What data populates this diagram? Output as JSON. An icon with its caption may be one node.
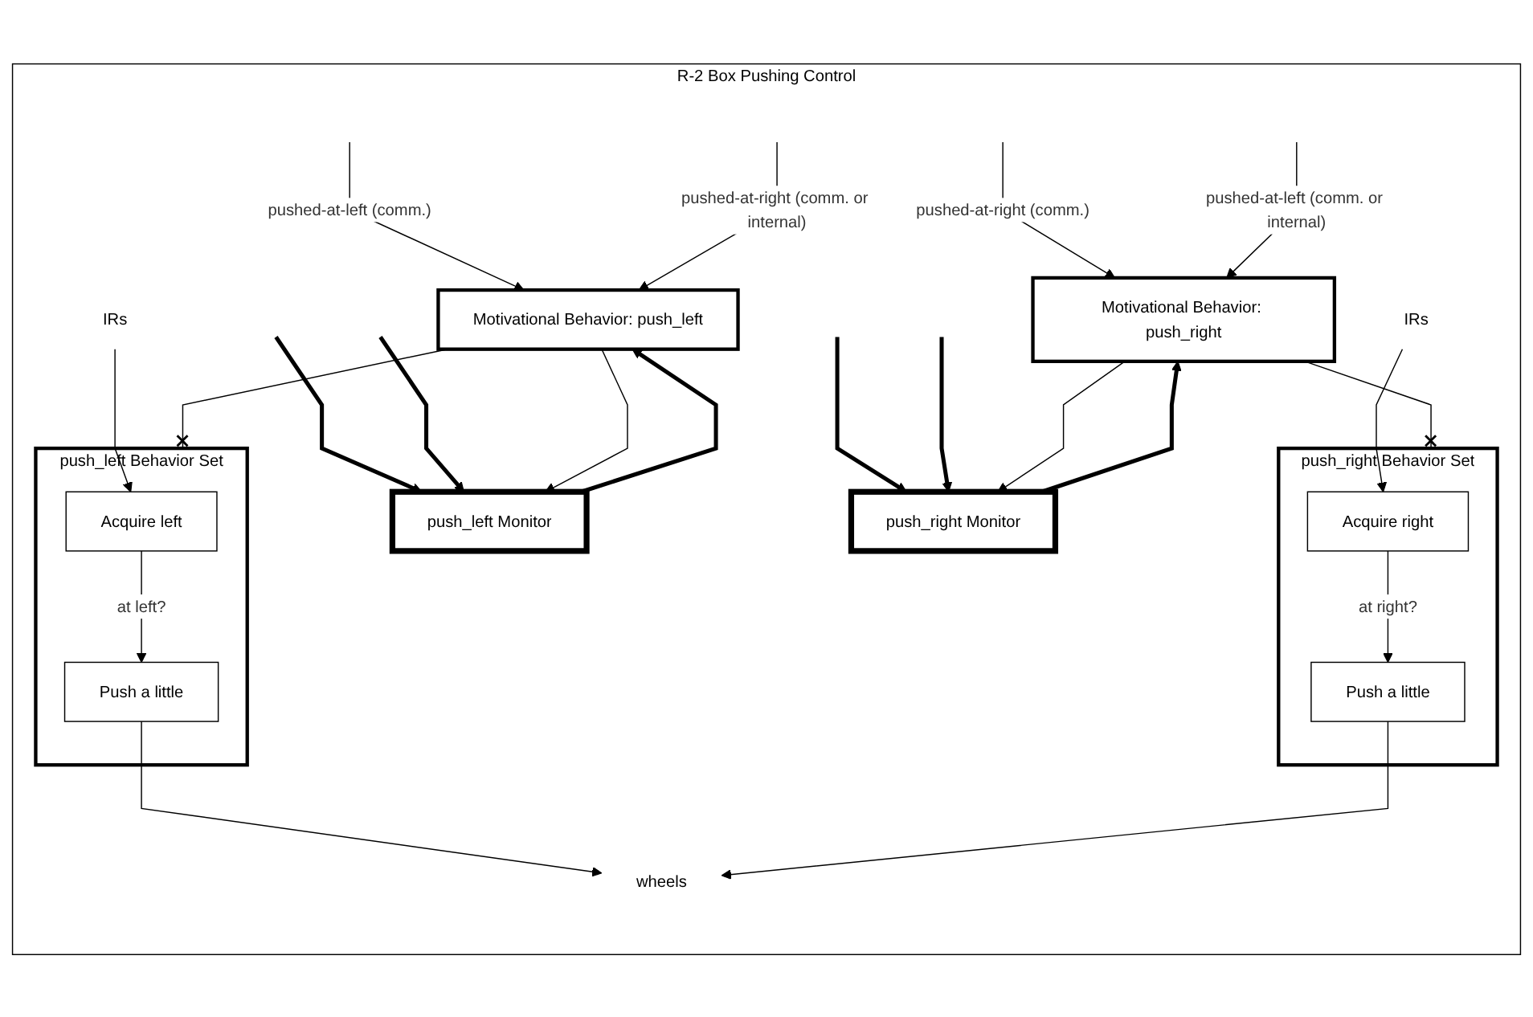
{
  "diagram": {
    "nodes": [
      {
        "text": [
          "R-2 Box Pushing Control"
        ]
      },
      {
        "text": [
          "Motivational Behavior: push_left"
        ],
        "in": 0
      },
      {
        "text": [
          "push_left Monitor"
        ],
        "in": 0
      },
      {
        "text": [
          "push_left Behavior Set"
        ],
        "in": 0
      },
      {
        "text": [
          "IRs"
        ],
        "in": 0
      },
      {
        "text": [
          "Acquire left"
        ],
        "in": 3
      },
      {
        "text": [
          "Push a little"
        ],
        "in": 3
      },
      {
        "text": [
          "Motivational Behavior: push_right"
        ],
        "in": 0
      },
      {
        "text": [
          "push_right Monitor"
        ],
        "in": 0
      },
      {
        "text": [
          "push_right Behavior Set"
        ],
        "in": 0
      },
      {
        "text": [
          "IRs"
        ],
        "in": 0
      },
      {
        "text": [
          "Acquire right"
        ],
        "in": 9
      },
      {
        "text": [
          "Push a little"
        ],
        "in": 9
      },
      {
        "text": [
          "wheels"
        ],
        "in": 0
      }
    ],
    "edges": [
      {
        "from": null,
        "to": 1,
        "arrow": "to",
        "label": "pushed-at-left (comm.)"
      },
      {
        "from": null,
        "to": 1,
        "arrow": "to",
        "label": "pushed-at-right (comm. or internal)"
      },
      {
        "from": null,
        "to": 2,
        "arrow": "to",
        "style": "thick"
      },
      {
        "from": null,
        "to": 2,
        "arrow": "to",
        "style": "thick"
      },
      {
        "from": 2,
        "to": 1,
        "arrow": "to",
        "style": "thick"
      },
      {
        "from": 1,
        "to": 2,
        "arrow": "to"
      },
      {
        "from": 1,
        "to": 3,
        "arrow": "other"
      },
      {
        "from": 4,
        "to": 5,
        "arrow": "to"
      },
      {
        "from": 5,
        "to": 6,
        "arrow": "to",
        "label": "at left?"
      },
      {
        "from": 6,
        "to": 13,
        "arrow": "to"
      },
      {
        "from": null,
        "to": 7,
        "arrow": "to",
        "label": "pushed-at-right (comm.)"
      },
      {
        "from": null,
        "to": 7,
        "arrow": "to",
        "label": "pushed-at-left (comm. or internal)"
      },
      {
        "from": null,
        "to": 8,
        "arrow": "to",
        "style": "thick"
      },
      {
        "from": null,
        "to": 8,
        "arrow": "to",
        "style": "thick"
      },
      {
        "from": 8,
        "to": 7,
        "arrow": "to",
        "style": "thick"
      },
      {
        "from": 7,
        "to": 8,
        "arrow": "to"
      },
      {
        "from": 7,
        "to": 9,
        "arrow": "other"
      },
      {
        "from": 10,
        "to": 11,
        "arrow": "to"
      },
      {
        "from": 11,
        "to": 12,
        "arrow": "to",
        "label": "at right?"
      },
      {
        "from": 12,
        "to": 13,
        "arrow": "to"
      }
    ]
  }
}
